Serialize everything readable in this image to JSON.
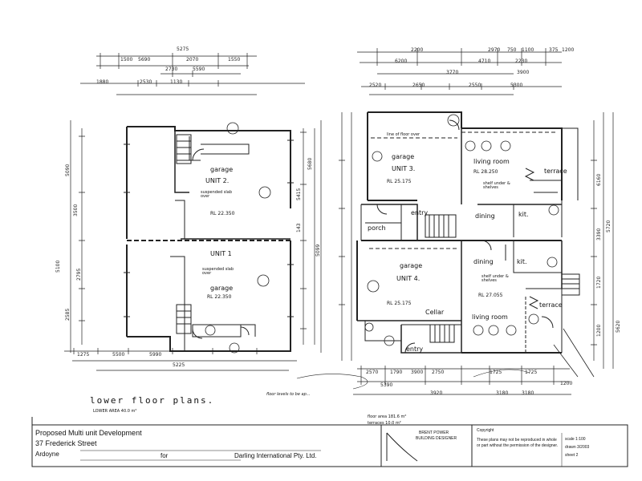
{
  "left_plan": {
    "garage_unit2": {
      "name": "garage",
      "unit": "UNIT 2.",
      "rl": "RL 22.350",
      "note": "suspended slab over"
    },
    "unit1": {
      "unit": "UNIT 1",
      "note": "suspended slab over",
      "name": "garage",
      "rl": "RL 22.350"
    },
    "top_dims": [
      "5275",
      "1500",
      "5690",
      "2070",
      "1550",
      "5590",
      "2730",
      "2530",
      "1130",
      "1880"
    ],
    "bottom_dims": [
      "1275",
      "5500",
      "5990",
      "5225"
    ],
    "left_dims": [
      "5090",
      "3500",
      "2795",
      "2585",
      "5100"
    ],
    "right_dims": [
      "5680",
      "143",
      "5099",
      "5415"
    ]
  },
  "right_plan": {
    "garage_unit3": {
      "name": "garage",
      "unit": "UNIT 3.",
      "rl": "RL 25.175"
    },
    "living_top": {
      "name": "living room",
      "rl": "RL 28.250"
    },
    "terrace_top": "terrace",
    "entry_top": "entry",
    "porch": "porch",
    "dining_top": "dining",
    "kit_top": "kit.",
    "garage_unit4": {
      "name": "garage",
      "unit": "UNIT 4.",
      "rl": "RL 25.175"
    },
    "dining_bottom": "dining",
    "kit_bottom": "kit.",
    "rl_bottom": "RL 27.055",
    "terrace_bottom": "terrace",
    "living_bottom": "living room",
    "entry_bottom": "entry",
    "cellar": "Cellar",
    "shelf_note": "shelf under & shelves",
    "line_of_floor_over": "line of floor over",
    "top_dims": [
      "2200",
      "2970",
      "750",
      "1100",
      "375",
      "1200",
      "6200",
      "4710",
      "2230",
      "3900",
      "3770",
      "2520",
      "2650",
      "2550",
      "5300"
    ],
    "bottom_dims": [
      "2570",
      "1790",
      "3900",
      "2750",
      "1725",
      "1725",
      "5390",
      "3920",
      "3180",
      "3180",
      "1200"
    ],
    "right_dims": [
      "6160",
      "3390",
      "5720",
      "1720",
      "1200",
      "5620"
    ]
  },
  "floor_title": "lower floor plans.",
  "floor_area": "LOWER AREA   40.0 m²",
  "handwritten_note": "floor levels to be ap...",
  "area_notes": [
    "floor area  181.6 m²",
    "terraces   10.0 m²"
  ],
  "title_block": {
    "line1": "Proposed Multi unit Development",
    "line2": "37 Frederick Street",
    "line3": "Ardoyne",
    "for_label": "for",
    "client": "Darling International Pty. Ltd.",
    "designer_line1": "BRENT POWER",
    "designer_line2": "BUILDING DESIGNER",
    "copyright_title": "Copyright",
    "copyright_text": "These plans may not be reproduced in whole or part without the permission of the designer.",
    "sheet_info": [
      "scale  1:100",
      "drawn  3/2003",
      "sheet  2"
    ]
  }
}
